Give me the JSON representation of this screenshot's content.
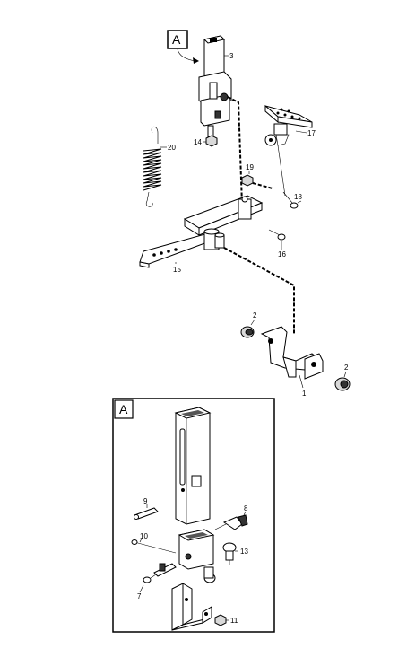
{
  "callout": {
    "letter": "A"
  },
  "inset": {
    "letter": "A"
  },
  "part_numbers": {
    "p1": "1",
    "p2a": "2",
    "p2b": "2",
    "p3": "3",
    "p7": "7",
    "p8": "8",
    "p9": "9",
    "p10": "10",
    "p11": "11",
    "p13": "13",
    "p14": "14",
    "p15": "15",
    "p16": "16",
    "p17": "17",
    "p18": "18",
    "p19": "19",
    "p20": "20"
  }
}
